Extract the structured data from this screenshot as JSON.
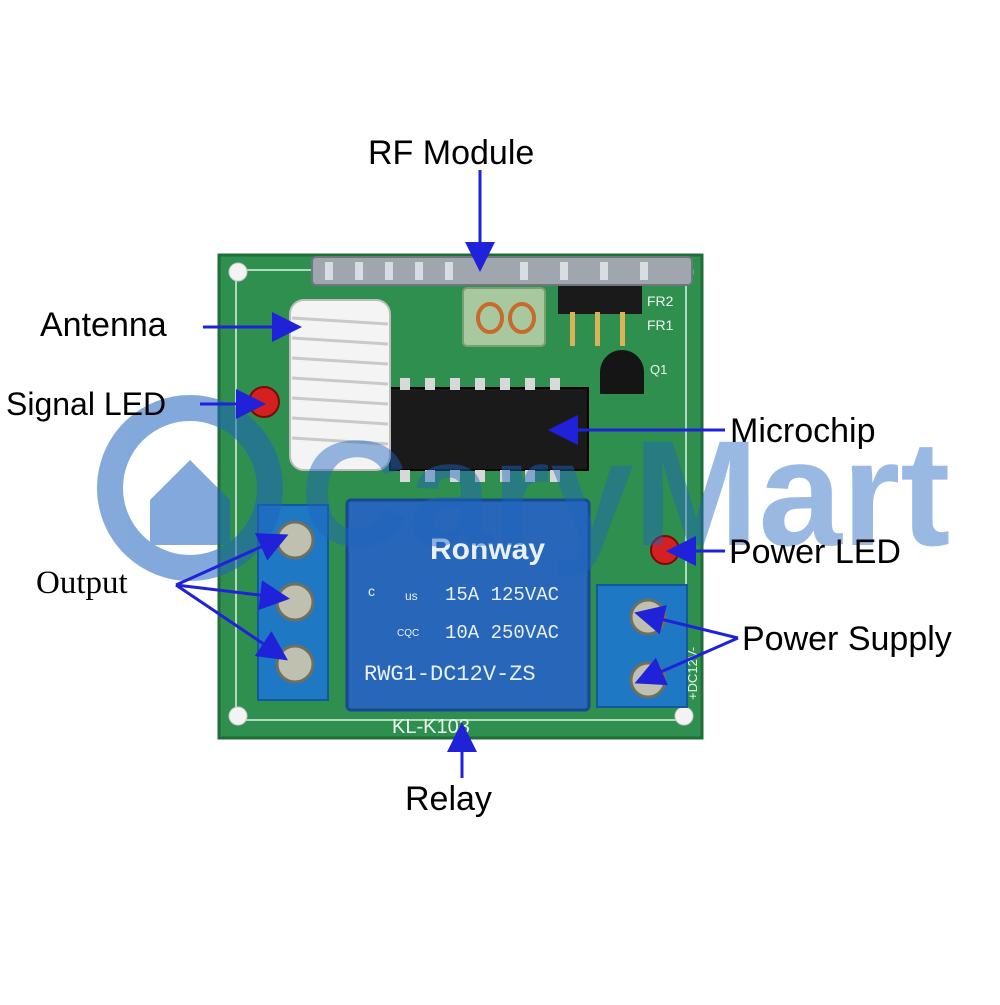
{
  "labels": {
    "rf_module": "RF Module",
    "antenna": "Antenna",
    "signal_led": "Signal LED",
    "microchip": "Microchip",
    "power_led": "Power LED",
    "output": "Output",
    "power_supply": "Power Supply",
    "relay": "Relay"
  },
  "board": {
    "model": "KL-K103",
    "relay_brand": "Ronway",
    "relay_line1": "15A 125VAC",
    "relay_line2": "10A 250VAC",
    "relay_model": "RWG1-DC12V-ZS",
    "cert_left": "c",
    "cert_right": "us",
    "cqc": "CQC",
    "silk_fr2": "FR2",
    "silk_fr1": "FR1",
    "silk_q1": "Q1",
    "silk_dc": "+DC12V-"
  },
  "watermark": {
    "text": "CaryMart"
  },
  "colors": {
    "pcb": "#2f8f4e",
    "relay": "#2766b8",
    "arrow": "#1f22d8",
    "terminal": "#1e78c4",
    "watermark": "#1f64c0"
  }
}
